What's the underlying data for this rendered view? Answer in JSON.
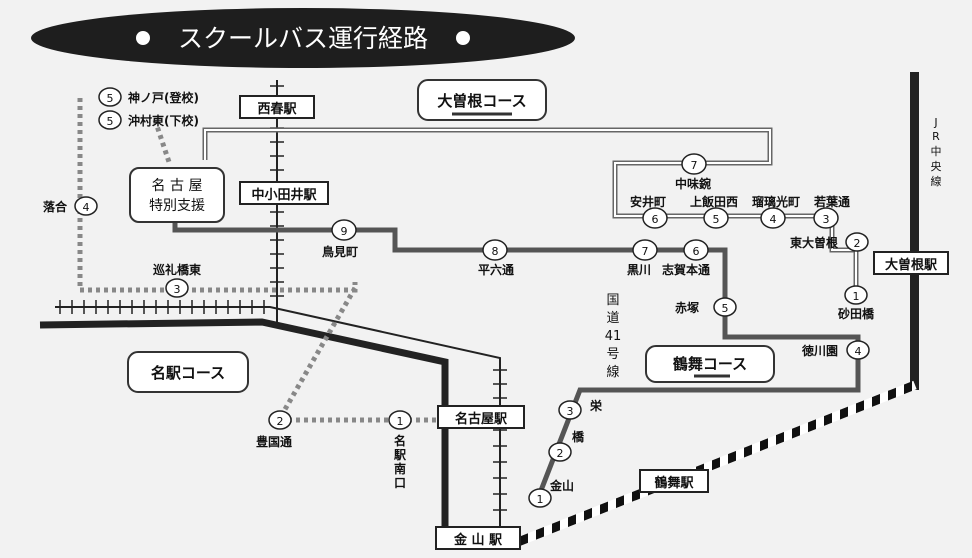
{
  "title": "スクールバス運行経路",
  "school": [
    "名 古 屋",
    "特別支援"
  ],
  "courses": {
    "ozone": "大曽根コース",
    "tsurumai": "鶴舞コース",
    "meieki": "名駅コース"
  },
  "stations": {
    "nishiharu": "西春駅",
    "nakaotai": "中小田井駅",
    "ozone": "大曽根駅",
    "nagoya": "名古屋駅",
    "kanayama": "金 山 駅",
    "tsurumai": "鶴舞駅"
  },
  "lines": {
    "jr_chuo": [
      "J",
      "R",
      "中",
      "央",
      "線"
    ],
    "route41": [
      "国",
      "道",
      "41",
      "号",
      "線"
    ]
  },
  "stops": {
    "jinnokodo": {
      "num": "5",
      "label": "神ノ戸(登校)"
    },
    "okimurahigashi": {
      "num": "5",
      "label": "沖村東(下校)"
    },
    "ochiai": {
      "num": "4",
      "label": "落合"
    },
    "junreibashihigashi": {
      "num": "3",
      "label": "巡礼橋東"
    },
    "toyokunidori": {
      "num": "2",
      "label": "豊国通"
    },
    "meiekiminamiguchi": {
      "num": "1",
      "label": [
        "名",
        "駅",
        "南",
        "口"
      ]
    },
    "torimicho": {
      "num": "9",
      "label": "鳥見町"
    },
    "heirokudori": {
      "num": "8",
      "label": "平六通"
    },
    "kurokawa": {
      "num": "7",
      "label": "黒川"
    },
    "shigahondori": {
      "num": "6",
      "label": "志賀本通"
    },
    "akatsuka": {
      "num": "5",
      "label": "赤塚"
    },
    "nakajikimi": {
      "num": "7",
      "label": "中味鋺"
    },
    "yasuicho": {
      "num": "6",
      "label": "安井町"
    },
    "kamiiidanishi": {
      "num": "5",
      "label": "上飯田西"
    },
    "zuiryokocho": {
      "num": "4",
      "label": "瑠璃光町"
    },
    "wakabadori": {
      "num": "3",
      "label": "若葉通"
    },
    "higashiozone": {
      "num": "2",
      "label": "東大曽根"
    },
    "sunadabashi": {
      "num": "1",
      "label": "砂田橋"
    },
    "tokugawaen": {
      "num": "4",
      "label": "徳川園"
    },
    "sakae": {
      "num": "3",
      "label": "栄"
    },
    "hashi": {
      "num": "2",
      "label": "橋"
    },
    "kanayama_stop": {
      "num": "1",
      "label": "金山"
    }
  },
  "colors": {
    "route": "#555555",
    "banner": "#1e1e1e",
    "background": "#f2f2f2"
  }
}
